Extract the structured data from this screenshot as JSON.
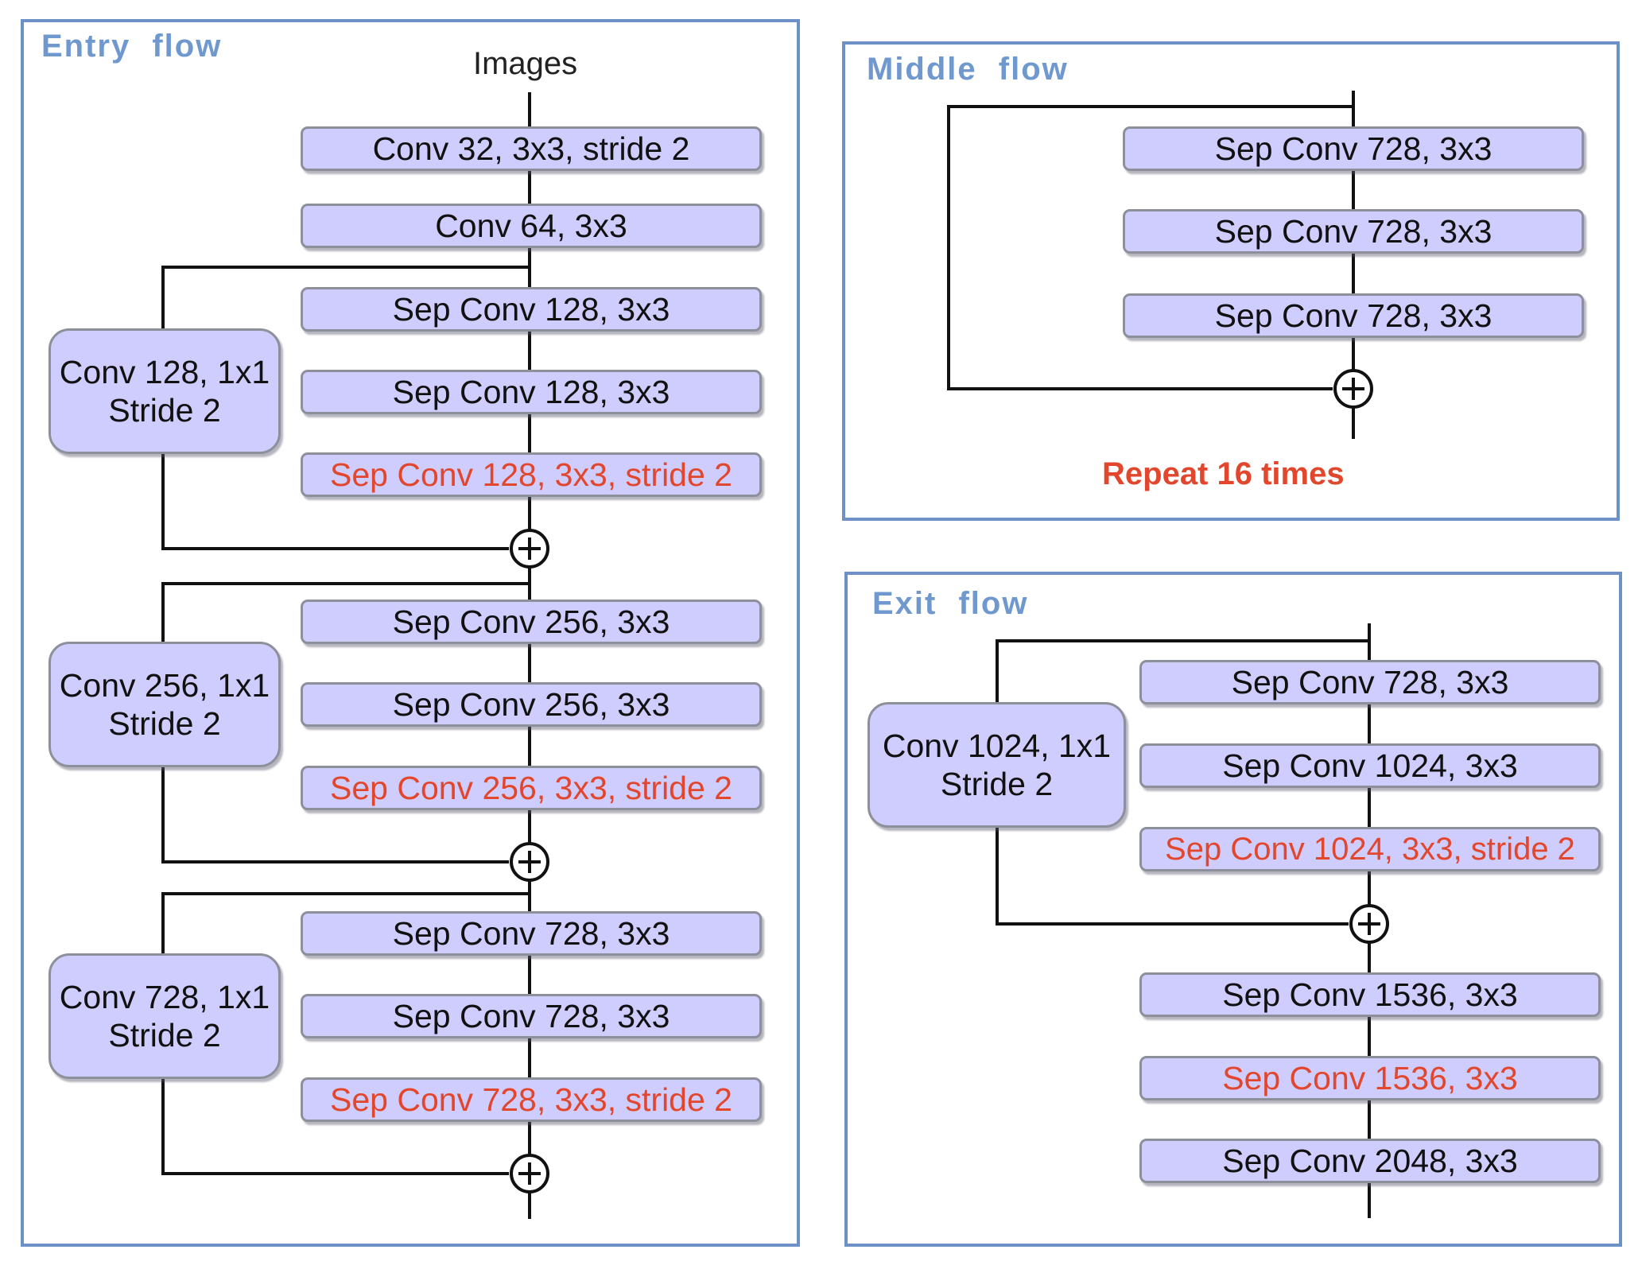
{
  "entry_flow": {
    "title": "Entry  flow",
    "input_label": "Images",
    "blocks": [
      {
        "label": "Conv 32, 3x3, stride 2"
      },
      {
        "label": "Conv 64, 3x3"
      },
      {
        "label": "Sep Conv 128, 3x3"
      },
      {
        "label": "Sep Conv 128, 3x3"
      },
      {
        "label": "Sep Conv 128, 3x3, stride 2"
      },
      {
        "label": "Sep Conv 256, 3x3"
      },
      {
        "label": "Sep Conv 256, 3x3"
      },
      {
        "label": "Sep Conv 256, 3x3, stride 2"
      },
      {
        "label": "Sep Conv 728, 3x3"
      },
      {
        "label": "Sep Conv 728, 3x3"
      },
      {
        "label": "Sep Conv 728, 3x3, stride 2"
      }
    ],
    "shortcuts": [
      {
        "line1": "Conv 128, 1x1",
        "line2": "Stride 2"
      },
      {
        "line1": "Conv 256, 1x1",
        "line2": "Stride 2"
      },
      {
        "line1": "Conv 728, 1x1",
        "line2": "Stride 2"
      }
    ]
  },
  "middle_flow": {
    "title": "Middle  flow",
    "blocks": [
      {
        "label": "Sep Conv 728, 3x3"
      },
      {
        "label": "Sep Conv 728, 3x3"
      },
      {
        "label": "Sep Conv 728, 3x3"
      }
    ],
    "repeat_label": "Repeat 16 times"
  },
  "exit_flow": {
    "title": "Exit  flow",
    "blocks": [
      {
        "label": "Sep Conv 728, 3x3"
      },
      {
        "label": "Sep Conv 1024, 3x3"
      },
      {
        "label": "Sep Conv 1024, 3x3, stride 2"
      },
      {
        "label": "Sep Conv 1536, 3x3"
      },
      {
        "label": "Sep Conv 1536, 3x3"
      },
      {
        "label": "Sep Conv 2048, 3x3"
      }
    ],
    "shortcut": {
      "line1": "Conv 1024, 1x1",
      "line2": "Stride 2"
    }
  },
  "colors": {
    "block_fill": "#cfcdfd",
    "block_border": "#8d8f9a",
    "panel_border": "#6d90c6",
    "title_blue": "#6f98cf",
    "highlight_red": "#e2462c",
    "line": "#111111"
  },
  "icons": {
    "add": "circled-plus-icon"
  }
}
